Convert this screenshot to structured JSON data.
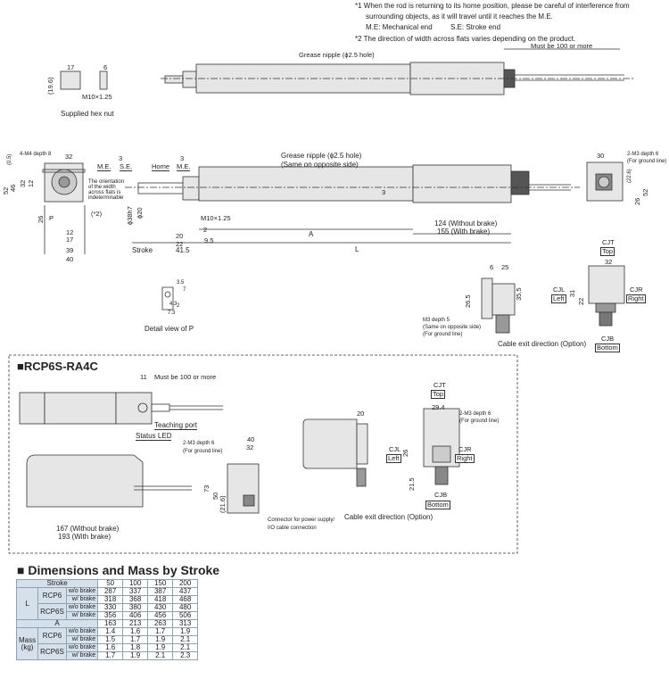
{
  "notes": {
    "n1a": "*1 When the rod is returning to its home position, please be careful of interference from",
    "n1b": "surrounding objects, as it will travel until it reaches the M.E.",
    "me": "M.E: Mechanical end",
    "se": "S.E: Stroke end",
    "n2": "*2 The direction of width across flats varies depending on the product."
  },
  "top": {
    "grease": "Grease nipple (ϕ2.5 hole)",
    "must": "Must be 100 or more"
  },
  "hexnut": {
    "w17": "17",
    "w6": "6",
    "h": "(19.6)",
    "thread": "M10×1.25",
    "caption": "Supplied hex nut"
  },
  "front": {
    "d05": "(0.5)",
    "tap": "4-M4 depth 8",
    "w32": "32",
    "h52": "52",
    "h46": "46",
    "h32": "32",
    "h12": "12",
    "h26": "26",
    "p": "P",
    "orient": [
      "The orientation",
      "of the width",
      "across flats is",
      "indeterminable"
    ],
    "star2": "(*2)",
    "w12": "12",
    "w17": "17",
    "w39": "39",
    "w40": "40"
  },
  "side": {
    "me1": "M.E.",
    "three1": "3",
    "se": "S.E.",
    "home": "Home",
    "three2": "3",
    "me2": "M.E.",
    "d38": "ϕ38h7",
    "d20": "ϕ20",
    "thread": "M10×1.25",
    "d20b": "20",
    "d2": "2",
    "d22": "22",
    "d95": "9.5",
    "stroke": "Stroke",
    "d415": "41.5",
    "a": "A",
    "l": "L",
    "d3": "3",
    "grease1": "Grease nipple (ϕ2.5 hole)",
    "grease2": "(Same on opposite side)",
    "wo": "124 (Without brake)",
    "w": "155 (With brake)"
  },
  "rear": {
    "w30": "30",
    "tap1": "2-M3 depth 6",
    "tap2": "(For ground line)",
    "h226": "(22.6)",
    "h26": "26",
    "h52": "52"
  },
  "detail": {
    "caption": "Detail view of P",
    "a": "3.5",
    "b": "7",
    "c": "4.3",
    "d": "2",
    "e": "7.3"
  },
  "cable": {
    "w6": "6",
    "w25": "25",
    "h265": "26.5",
    "h355": "35.5",
    "m1": "M3 depth 5",
    "m2": "(Same on opposite side)",
    "m3": "(For ground line)",
    "caption": "Cable exit direction (Option)",
    "cjt": "CJT",
    "top": "Top",
    "w32": "32",
    "cjl": "CJL",
    "left": "Left",
    "h31": "31",
    "h22": "22",
    "cjr": "CJR",
    "right": "Right",
    "cjb": "CJB",
    "bottom": "Bottom"
  },
  "ra4c": {
    "title": "■RCP6S-RA4C",
    "d11": "11",
    "must": "Must be 100 or more",
    "teach": "Teaching port",
    "led": "Status LED",
    "tap1": "2-M3 depth 6",
    "tap2": "(For ground line)",
    "w40": "40",
    "w32": "32",
    "h73": "73",
    "h50": "50",
    "h216": "(21.6)",
    "conn1": "Connector for power supply/",
    "conn2": "I/O cable connection",
    "wo": "167 (Without brake)",
    "w": "193 (With brake)",
    "d20": "20",
    "cjt": "CJT",
    "top": "Top",
    "w294": "29.4",
    "tapb1": "2-M3 depth 6",
    "tapb2": "(For ground line)",
    "cjl": "CJL",
    "left": "Left",
    "h26": "26",
    "cjr": "CJR",
    "right": "Right",
    "h215": "21.5",
    "cjb": "CJB",
    "bottom": "Bottom",
    "caption": "Cable exit direction (Option)"
  },
  "table": {
    "title": "■ Dimensions and Mass by Stroke",
    "stroke": "Stroke",
    "strokes": [
      "50",
      "100",
      "150",
      "200"
    ],
    "l": "L",
    "a": "A",
    "mass1": "Mass",
    "mass2": "(kg)",
    "rcp6": "RCP6",
    "rcp6s": "RCP6S",
    "wo": "w/o brake",
    "w": "w/ brake",
    "L_rcp6_wo": [
      "287",
      "337",
      "387",
      "437"
    ],
    "L_rcp6_w": [
      "318",
      "368",
      "418",
      "468"
    ],
    "L_rcp6s_wo": [
      "330",
      "380",
      "430",
      "480"
    ],
    "L_rcp6s_w": [
      "356",
      "406",
      "456",
      "506"
    ],
    "A": [
      "163",
      "213",
      "263",
      "313"
    ],
    "M_rcp6_wo": [
      "1.4",
      "1.6",
      "1.7",
      "1.9"
    ],
    "M_rcp6_w": [
      "1.5",
      "1.7",
      "1.9",
      "2.1"
    ],
    "M_rcp6s_wo": [
      "1.6",
      "1.8",
      "1.9",
      "2.1"
    ],
    "M_rcp6s_w": [
      "1.7",
      "1.9",
      "2.1",
      "2.3"
    ]
  }
}
